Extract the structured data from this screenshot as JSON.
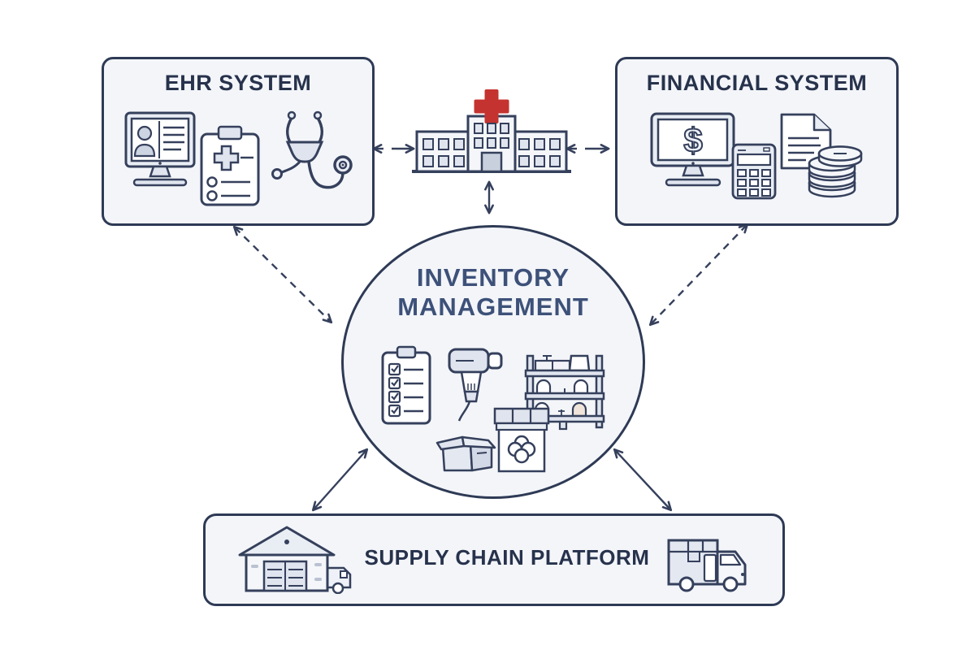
{
  "palette": {
    "outline": "#35405c",
    "box_border": "#2e3a55",
    "box_fill": "#f3f5f9",
    "title_color": "#27324c",
    "inventory_title_color": "#3d5179",
    "icon_fill_light": "#dfe4ee",
    "cross_red": "#c4332f",
    "page_background": "#ffffff"
  },
  "nodes": {
    "ehr": {
      "title": "EHR SYSTEM",
      "icons": [
        "patient-record-monitor-icon",
        "medical-clipboard-icon",
        "stethoscope-icon"
      ]
    },
    "hospital": {
      "icon": "hospital-building-icon",
      "cross_color": "#c4332f"
    },
    "financial": {
      "title": "FINANCIAL SYSTEM",
      "dollar_glyph": "$",
      "icons": [
        "dollar-monitor-icon",
        "calculator-icon",
        "invoice-document-icon",
        "coin-stack-icon"
      ]
    },
    "inventory": {
      "title_lines": [
        "INVENTORY",
        "MANAGEMENT"
      ],
      "icons": [
        "checklist-clipboard-icon",
        "barcode-scanner-icon",
        "storage-shelf-icon",
        "cardboard-box-icon",
        "medical-supply-box-icon"
      ]
    },
    "supply": {
      "title": "SUPPLY CHAIN PLATFORM",
      "icons": [
        "warehouse-icon",
        "delivery-truck-icon"
      ]
    }
  },
  "connections": [
    {
      "between": [
        "ehr-system",
        "hospital"
      ],
      "style": "solid",
      "bidirectional": true
    },
    {
      "between": [
        "hospital",
        "financial-system"
      ],
      "style": "solid",
      "bidirectional": true
    },
    {
      "between": [
        "hospital",
        "inventory-management"
      ],
      "style": "solid",
      "bidirectional": true
    },
    {
      "between": [
        "ehr-system",
        "inventory-management"
      ],
      "style": "dashed",
      "bidirectional": true
    },
    {
      "between": [
        "financial-system",
        "inventory-management"
      ],
      "style": "dashed",
      "bidirectional": true
    },
    {
      "between": [
        "inventory-management",
        "supply-chain-platform"
      ],
      "style": "solid",
      "bidirectional": true,
      "side": "left"
    },
    {
      "between": [
        "inventory-management",
        "supply-chain-platform"
      ],
      "style": "solid",
      "bidirectional": true,
      "side": "right"
    }
  ]
}
